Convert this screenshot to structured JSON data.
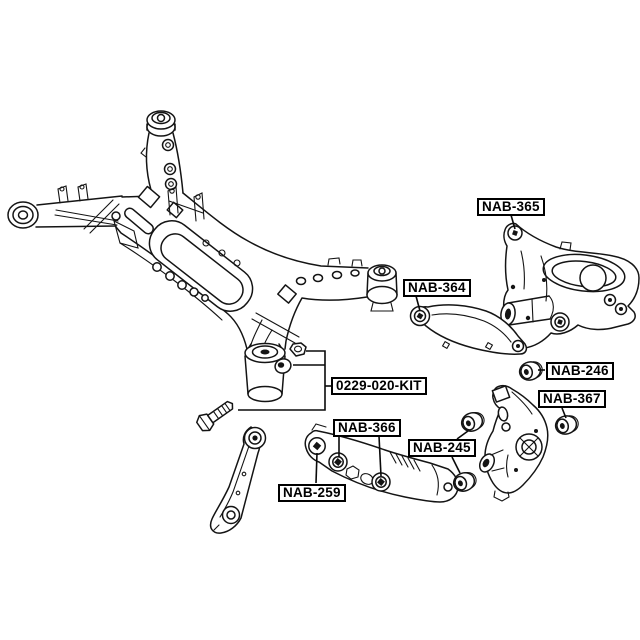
{
  "colors": {
    "background": "#ffffff",
    "line": "#141414",
    "label_border": "#000000",
    "label_background": "#ffffff",
    "label_text": "#000000"
  },
  "part_labels": {
    "nab365": "NAB-365",
    "nab364": "NAB-364",
    "nab246": "NAB-246",
    "nab367": "NAB-367",
    "nab245": "NAB-245",
    "nab366": "NAB-366",
    "nab259": "NAB-259",
    "kit": "0229-020-KIT"
  }
}
